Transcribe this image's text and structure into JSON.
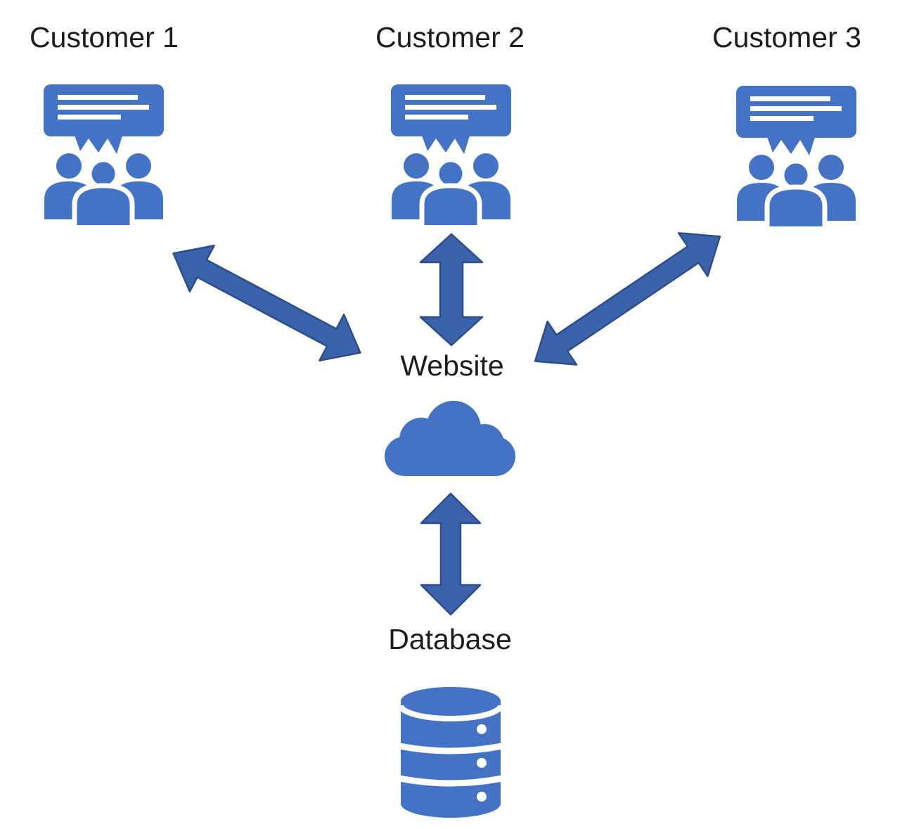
{
  "diagram": {
    "background_color": "#ffffff",
    "colors": {
      "icon_blue": "#4472C4",
      "arrow_fill": "#3A63AC",
      "arrow_outline": "#2C4D8A",
      "label_text": "#1c1c1c"
    },
    "icons": {
      "customer": "speech-bubble-over-people-group",
      "website": "cloud",
      "database": "database-cylinder",
      "connector": "double-headed-arrow"
    },
    "nodes": {
      "customer1": {
        "label": "Customer 1"
      },
      "customer2": {
        "label": "Customer 2"
      },
      "customer3": {
        "label": "Customer 3"
      },
      "website": {
        "label": "Website"
      },
      "database": {
        "label": "Database"
      }
    },
    "connections": [
      {
        "from": "customer1",
        "to": "website",
        "type": "bidirectional"
      },
      {
        "from": "customer2",
        "to": "website",
        "type": "bidirectional"
      },
      {
        "from": "customer3",
        "to": "website",
        "type": "bidirectional"
      },
      {
        "from": "website",
        "to": "database",
        "type": "bidirectional"
      }
    ]
  }
}
